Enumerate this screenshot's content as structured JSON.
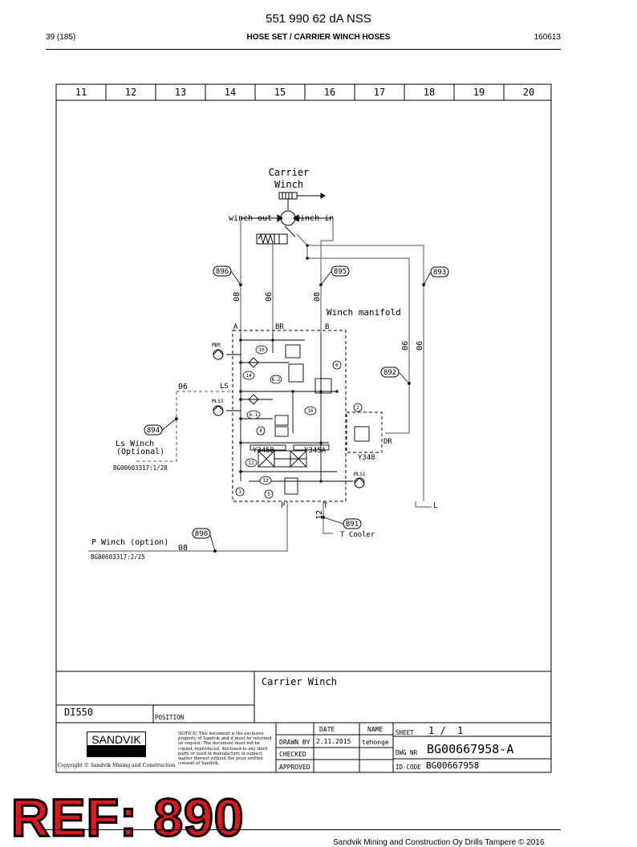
{
  "header": {
    "doc_title": "551 990 62 dA NSS",
    "page": "39 (185)",
    "section": "HOSE SET / CARRIER WINCH HOSES",
    "date_code": "160613"
  },
  "grid_columns": [
    "11",
    "12",
    "13",
    "14",
    "15",
    "16",
    "17",
    "18",
    "19",
    "20"
  ],
  "diagram": {
    "title_line1": "Carrier",
    "title_line2": "Winch",
    "winch_out": "winch out",
    "winch_in": "winch in",
    "manifold": "Winch manifold",
    "port_a": "A",
    "port_br": "BR",
    "port_b": "B",
    "port_ls": "LS",
    "port_p": "P",
    "port_t": "T",
    "port_dr": "DR",
    "port_l": "L",
    "mbr": "MBR",
    "mls2": "MLS2",
    "mls1": "MLS1",
    "y345b": "Y345B",
    "y345a": "Y345A",
    "y348": "Y348",
    "t_cooler": "T Cooler",
    "ls_winch": "Ls Winch",
    "optional": "(Optional)",
    "ls_ref": "BG00603317:1/28",
    "p_winch": "P Winch (option)",
    "p_ref": "BG00603317:2/25",
    "hose_896": "896",
    "hose_895": "895",
    "hose_893": "893",
    "hose_892": "892",
    "hose_894": "894",
    "hose_891": "891",
    "hose_890": "890",
    "size_08a": "08",
    "size_06a": "06",
    "size_08b": "08",
    "size_06b": "06",
    "size_06c": "06",
    "size_06d": "06",
    "size_12": "12",
    "size_08c": "08",
    "item_10": "10",
    "item_14": "14",
    "item_6_2": "6.2",
    "item_6": "6",
    "item_6_1": "6.1",
    "item_16": "16",
    "item_4": "4",
    "item_2": "2",
    "item_11": "11",
    "item_13": "13",
    "item_5": "5",
    "item_1": "1"
  },
  "title_block": {
    "drawing_title": "Carrier Winch",
    "model": "DI550",
    "position_label": "POSITION",
    "logo": "SANDVIK",
    "copyright": "Copyright © Sandvik Mining and Construction",
    "notice": "NOTICE! This document is the exclusive property of Sandvik and it must be returned on request. The document must not be copied, reproduced, disclosed to any third party or used in manufacture of subject matter thereof without the prior written consent of Sandvik.",
    "date_header": "DATE",
    "name_header": "NAME",
    "drawn_by_label": "DRAWN BY",
    "drawn_date": "2.11.2015",
    "drawn_name": "tehonge",
    "checked_label": "CHECKED",
    "approved_label": "APPROVED",
    "sheet_label": "SHEET",
    "sheet_value": "1 /  1",
    "dwg_label": "DWG NR",
    "dwg_value": "BG00667958-A",
    "id_label": "ID-CODE",
    "id_value": "BG00667958"
  },
  "stamp": "REF: 890",
  "footer": "Sandvik Mining and Construction Oy Drills Tampere © 2016",
  "colors": {
    "stamp_red": "#e8141b",
    "line": "#000000"
  }
}
